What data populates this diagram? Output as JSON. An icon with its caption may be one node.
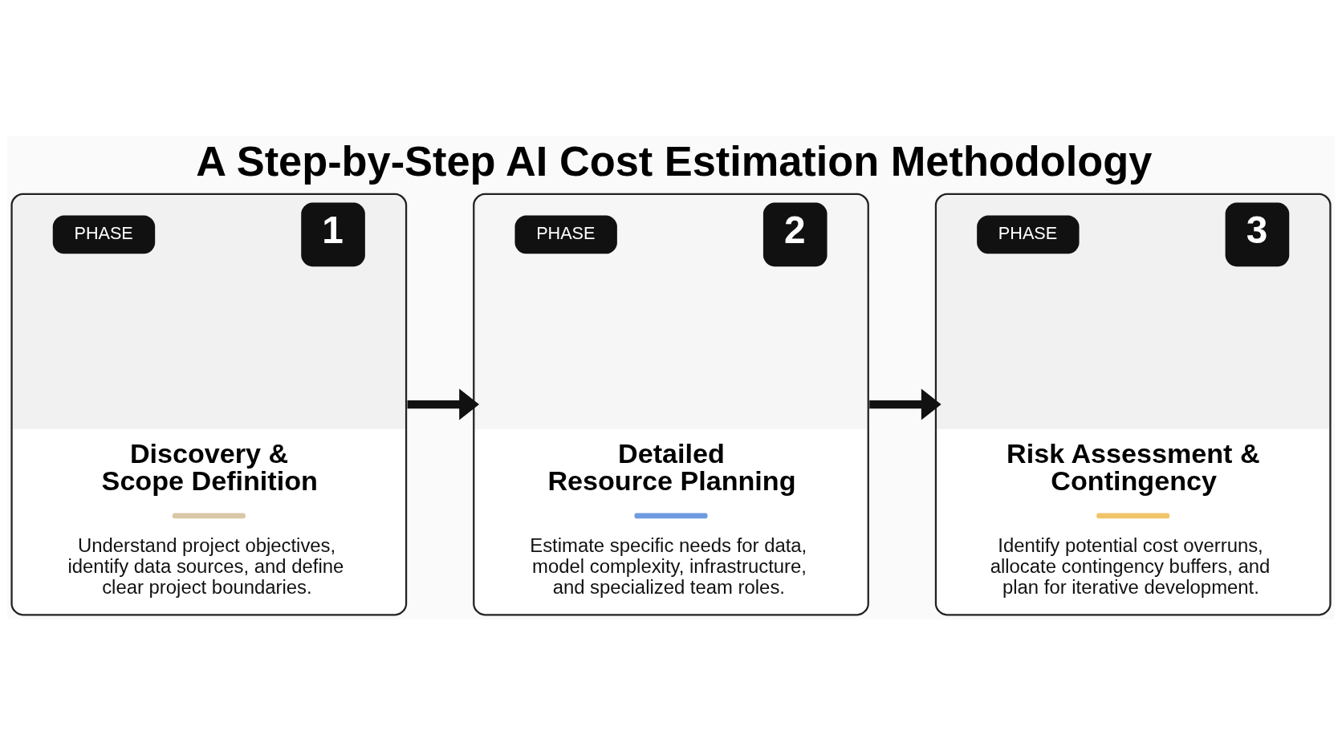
{
  "diagram": {
    "title": "A Step-by-Step AI Cost Estimation Methodology",
    "nodes": [
      {
        "text": [
          "PHASE",
          "1",
          "Discovery & Scope Definition",
          "Understand project objectives, identify data sources, and define clear project boundaries."
        ]
      },
      {
        "text": [
          "PHASE",
          "2",
          "Detailed Resource Planning",
          "Estimate specific needs for data, model complexity, infrastructure, and specialized team roles."
        ]
      },
      {
        "text": [
          "PHASE",
          "3",
          "Risk Assessment & Contingency",
          "Identify potential cost overruns, allocate contingency buffers, and plan for iterative development."
        ]
      }
    ],
    "edges": [
      {
        "from": 0,
        "to": 1,
        "arrow": "to"
      },
      {
        "from": 1,
        "to": 2,
        "arrow": "to"
      }
    ]
  }
}
